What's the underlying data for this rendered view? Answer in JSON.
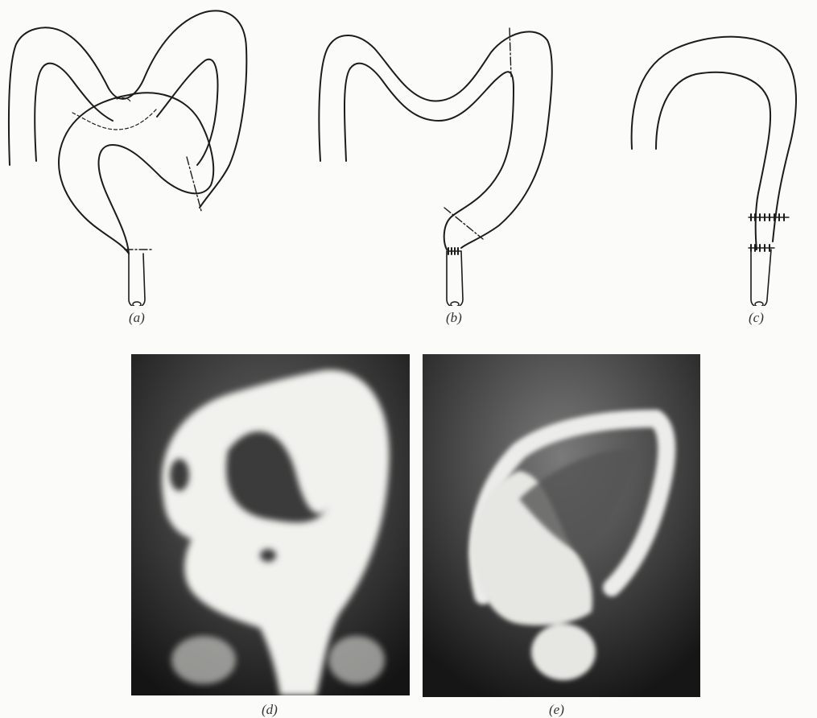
{
  "panels": {
    "a": {
      "label": "(a)"
    },
    "b": {
      "label": "(b)"
    },
    "c": {
      "label": "(c)"
    },
    "d": {
      "label": "(d)"
    },
    "e": {
      "label": "(e)"
    }
  }
}
